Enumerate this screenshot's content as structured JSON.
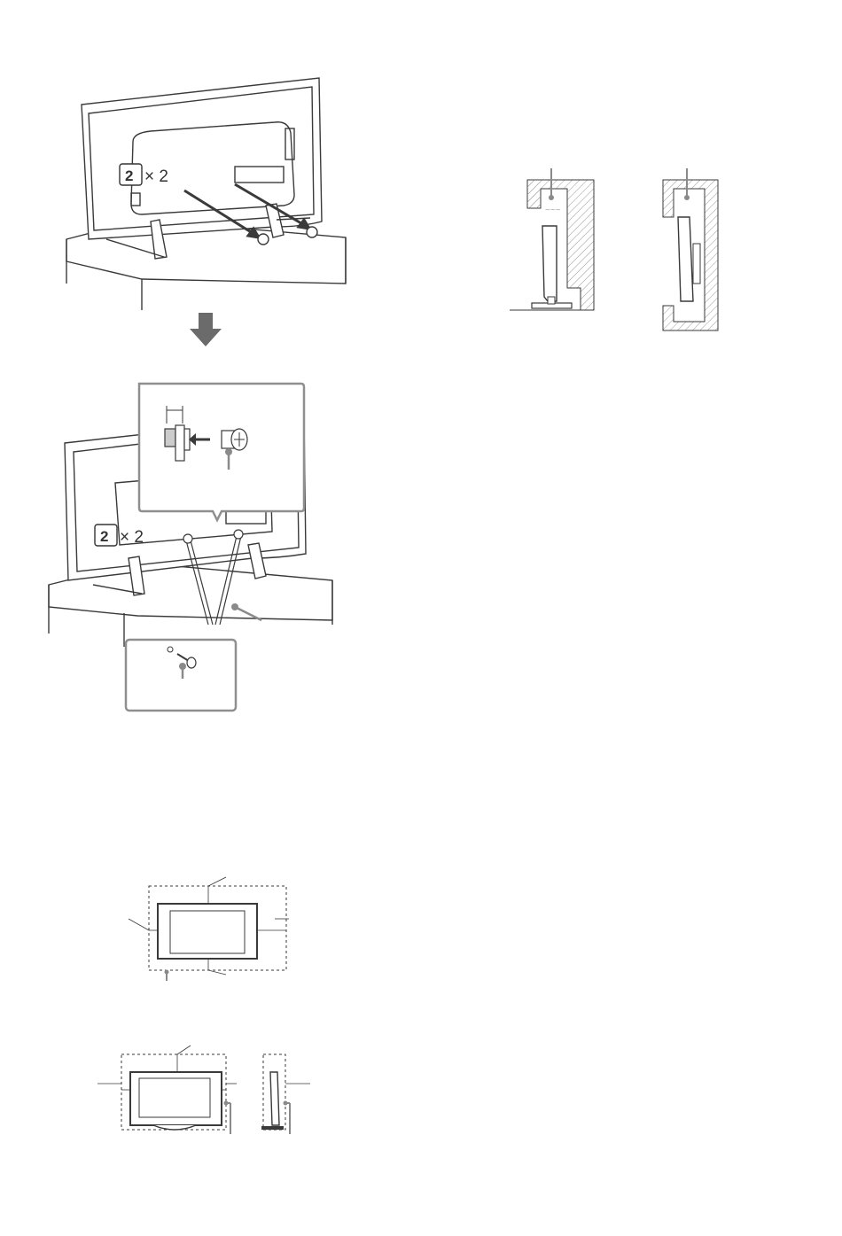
{
  "fig1": {
    "badge": {
      "number": "2",
      "mult": "× 2"
    }
  },
  "fig2": {
    "badge": {
      "number": "2",
      "mult": "× 2"
    }
  },
  "colors": {
    "line": "#3a3a3a",
    "accent": "#8a8a8a",
    "callout": "#8f8f8f"
  },
  "icons": [
    "tv-rear-icon",
    "screw-icon",
    "down-arrow-icon",
    "wall-mount-icon",
    "clearance-diagram-icon"
  ]
}
